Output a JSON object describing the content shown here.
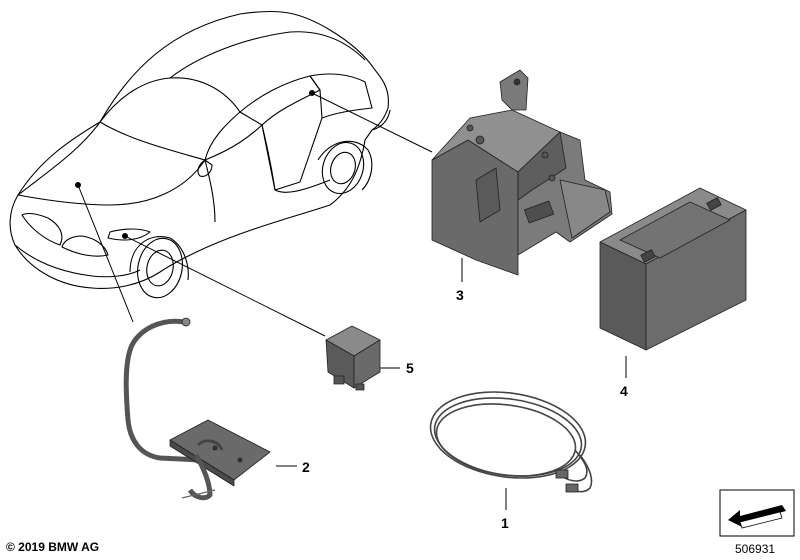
{
  "callouts": {
    "part_1": "1",
    "part_2": "2",
    "part_3": "3",
    "part_4": "4",
    "part_5": "5"
  },
  "footer": {
    "copyright": "© 2019 BMW AG",
    "diagram_number": "506931"
  },
  "colors": {
    "line": "#000000",
    "part_fill": "#6e6e6e",
    "part_fill_light": "#8c8c8c",
    "part_fill_dark": "#4a4a4a"
  }
}
